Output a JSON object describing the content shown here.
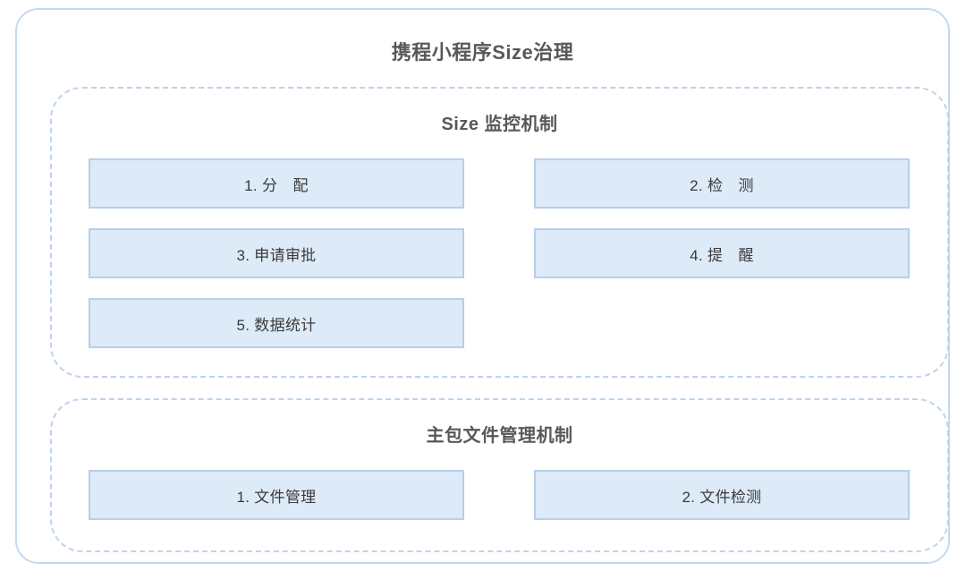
{
  "diagram": {
    "title": "携程小程序Size治理",
    "background_color": "#ffffff",
    "outer_border_color": "#c7d9ef",
    "section_border_color": "#bed3ec",
    "box_fill_color": "#ddeaf8",
    "box_border_color": "#b7cfeb",
    "heading_text_color": "#585858",
    "box_text_color": "#3b3b3b",
    "sections": [
      {
        "name": "size-monitoring",
        "title": "Size 监控机制",
        "items": [
          {
            "label": "1. 分　配"
          },
          {
            "label": "2. 检　测"
          },
          {
            "label": "3. 申请审批"
          },
          {
            "label": "4. 提　醒"
          },
          {
            "label": "5. 数据统计"
          }
        ]
      },
      {
        "name": "main-package-file-management",
        "title": "主包文件管理机制",
        "items": [
          {
            "label": "1. 文件管理"
          },
          {
            "label": "2. 文件检测"
          }
        ]
      }
    ]
  }
}
